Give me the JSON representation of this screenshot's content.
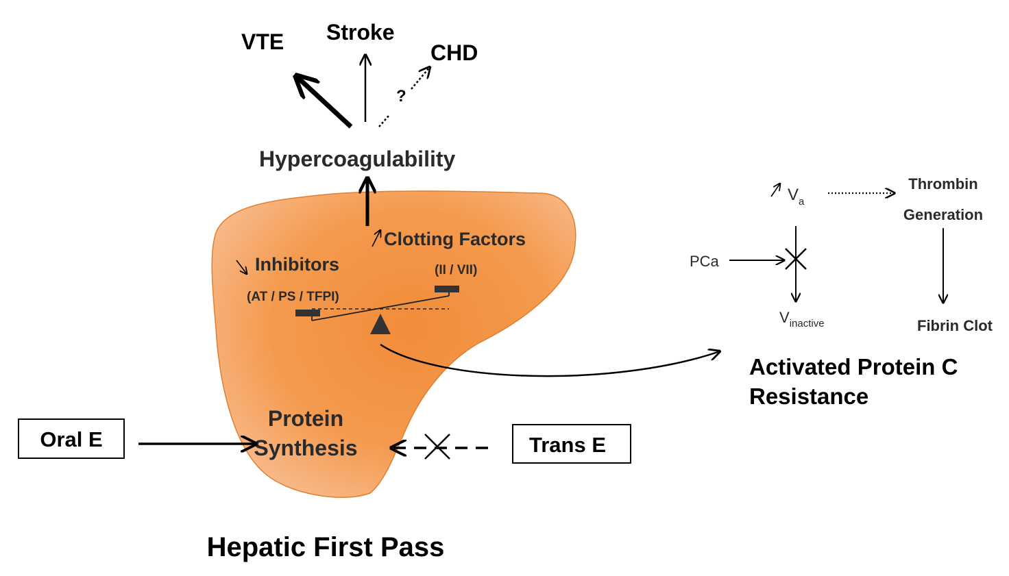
{
  "outcomes": {
    "vte": "VTE",
    "stroke": "Stroke",
    "chd": "CHD",
    "question_mark": "?"
  },
  "hypercoagulability": "Hypercoagulability",
  "liver": {
    "clotting_factors": "Clotting Factors",
    "clotting_factors_detail": "(II / VII)",
    "inhibitors": "Inhibitors",
    "inhibitors_detail": "(AT / PS / TFPI)",
    "protein_synthesis_line1": "Protein",
    "protein_synthesis_line2": "Synthesis",
    "fill_color": "#f0913e"
  },
  "oral_e": "Oral E",
  "trans_e": "Trans E",
  "footer": "Hepatic First Pass",
  "apc": {
    "va": "V",
    "va_sub": "a",
    "pca": "PCa",
    "v_inactive": "V",
    "v_inactive_sub": "inactive",
    "thrombin_line1": "Thrombin",
    "thrombin_line2": "Generation",
    "fibrin_clot": "Fibrin Clot",
    "title_line1": "Activated Protein C",
    "title_line2": "Resistance"
  }
}
